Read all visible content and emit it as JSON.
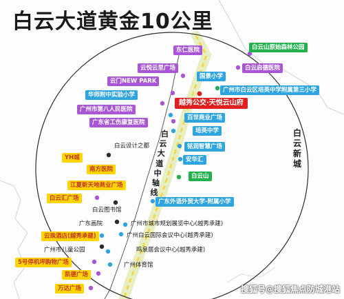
{
  "title": "白云大道黄金10公里",
  "baiyun_city": "白云新城",
  "road_label": "白云大道中轴线",
  "watermark": "搜狐号@搜狐焦点防城港站",
  "colors": {
    "purple": "#a855d6",
    "blue": "#2ea4e0",
    "green": "#22b14c",
    "yellow": "#ffd400",
    "red": "#e02020",
    "circle": "#2b2b2b",
    "road": "#d8e4a8"
  },
  "labels": {
    "dongren": "东仁医院",
    "park": "白云山原始森林公园",
    "yueyun": "云悦云里广场",
    "qide": "白云启德医院",
    "guojing": "国景小学",
    "yunmen": "云门NEW PARK",
    "waishi": "广州市白云区培英中学附属第三小学",
    "huashi": "华师附中实验小学",
    "project": "越秀公交·天悦云山府",
    "rmyy8": "广州市第八人民医院",
    "baishi": "百世商业广场",
    "gongshang": "广东省工伤康复医院",
    "peiying": "培英中学",
    "sheji": "白云设计之都",
    "mingrun": "铭润智慧广场",
    "yh": "YH城",
    "anhua": "安华汇",
    "nanfang": "南方医院",
    "baiyunshan": "白云山",
    "jiangxia": "江夏新天地商业广场",
    "huiguang": "白云汇广场",
    "waiyu": "广东外语外贸大学-附属小学",
    "library": "白云图书馆",
    "huayuan": "广东画院",
    "guihua": "广州市城市规划展览中心(越秀承建)",
    "yunzhu": "云珠酒店(越秀承建)",
    "guoji": "广州白云国际会议中心(越秀承建)",
    "ertong": "广州市儿童公园",
    "mingquan": "鸣泉居会议中心(越秀承建)",
    "wuhao": "5号停机坪购物广场",
    "tiyuguan": "广州体育馆",
    "kaide": "凯德广场",
    "wanda": "万达广场"
  }
}
